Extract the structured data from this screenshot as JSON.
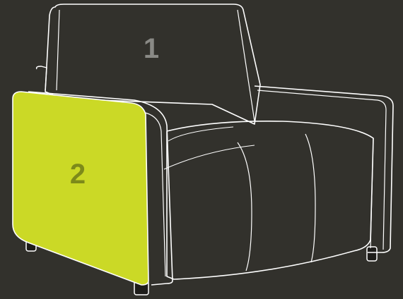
{
  "colors": {
    "background": "#32312c",
    "outline": "#ffffff",
    "highlight": "#cbd926",
    "label_backrest": "#8a8a86",
    "label_armrest": "#7d8a1a"
  },
  "parts": [
    {
      "key": "backrest",
      "label": "1",
      "icon": "backrest-outline",
      "highlighted": false
    },
    {
      "key": "armrest",
      "label": "2",
      "icon": "armrest-panel",
      "highlighted": true
    }
  ]
}
